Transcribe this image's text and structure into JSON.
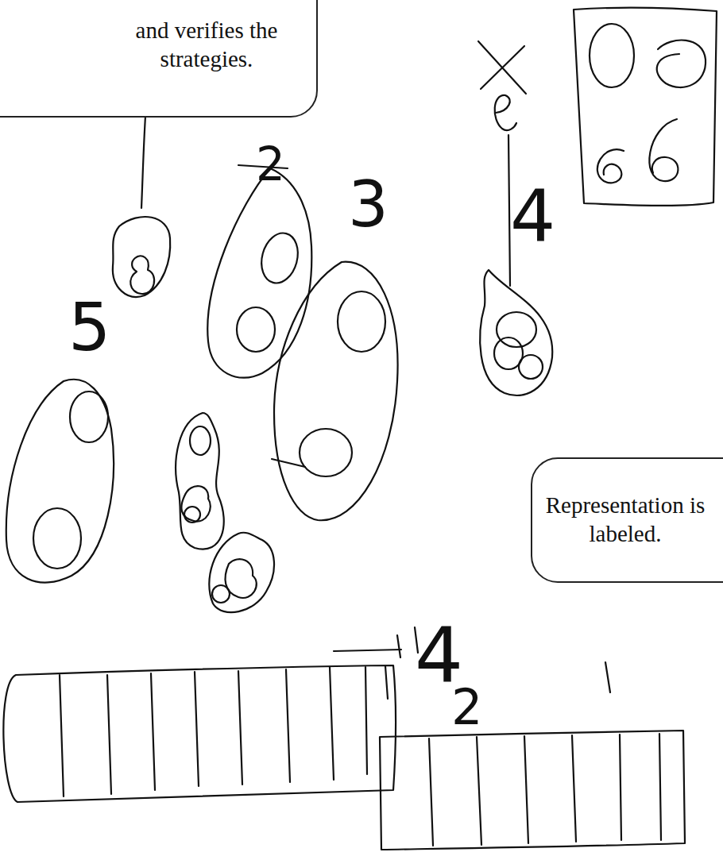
{
  "diagram": {
    "nodes": [
      {
        "text": [
          "and verifies the strategies."
        ]
      },
      {
        "text": [
          "Representation is labeled."
        ]
      }
    ],
    "labels": [
      "2",
      "3",
      "5",
      "4",
      "4",
      "2"
    ]
  }
}
